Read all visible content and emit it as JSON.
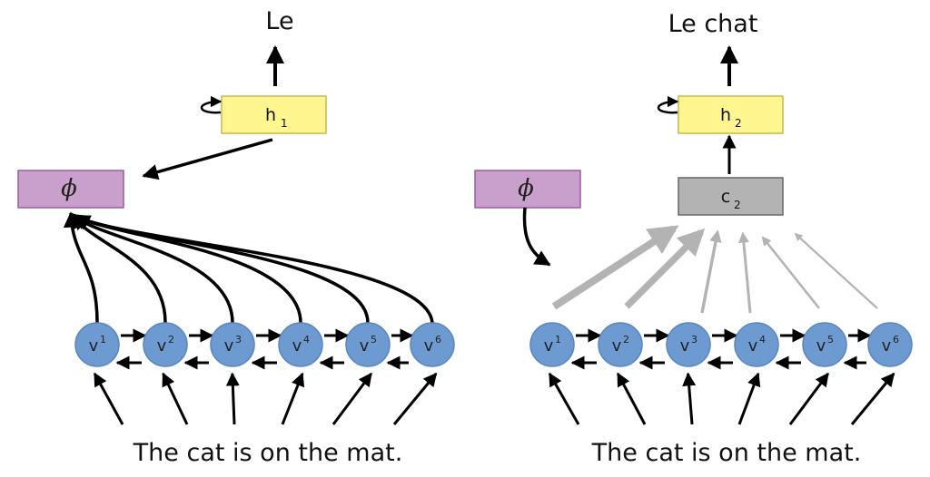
{
  "colors": {
    "hidden_fill": "#fff68f",
    "hidden_stroke": "#c8b84a",
    "phi_fill": "#c9a0cc",
    "phi_stroke": "#9c5aa0",
    "context_fill": "#b3b3b3",
    "context_stroke": "#666666",
    "node_fill": "#6d9bd1",
    "node_stroke": "#5a86bd",
    "arrow": "#000000",
    "attention_arrow": "#b3b3b3"
  },
  "panels": [
    {
      "output_text": "Le",
      "hidden_label": "h",
      "hidden_subscript": "1",
      "phi_label": "ϕ",
      "sentence": "The cat is on the mat.",
      "nodes": [
        {
          "base": "v",
          "sup": "1"
        },
        {
          "base": "v",
          "sup": "2"
        },
        {
          "base": "v",
          "sup": "3"
        },
        {
          "base": "v",
          "sup": "4"
        },
        {
          "base": "v",
          "sup": "5"
        },
        {
          "base": "v",
          "sup": "6"
        }
      ]
    },
    {
      "output_text": "Le chat",
      "hidden_label": "h",
      "hidden_subscript": "2",
      "context_label": "c",
      "context_subscript": "2",
      "phi_label": "ϕ",
      "sentence": "The cat is on the mat.",
      "nodes": [
        {
          "base": "v",
          "sup": "1"
        },
        {
          "base": "v",
          "sup": "2"
        },
        {
          "base": "v",
          "sup": "3"
        },
        {
          "base": "v",
          "sup": "4"
        },
        {
          "base": "v",
          "sup": "5"
        },
        {
          "base": "v",
          "sup": "6"
        }
      ],
      "attention_weights": [
        0.9,
        0.8,
        0.3,
        0.25,
        0.2,
        0.15
      ]
    }
  ]
}
